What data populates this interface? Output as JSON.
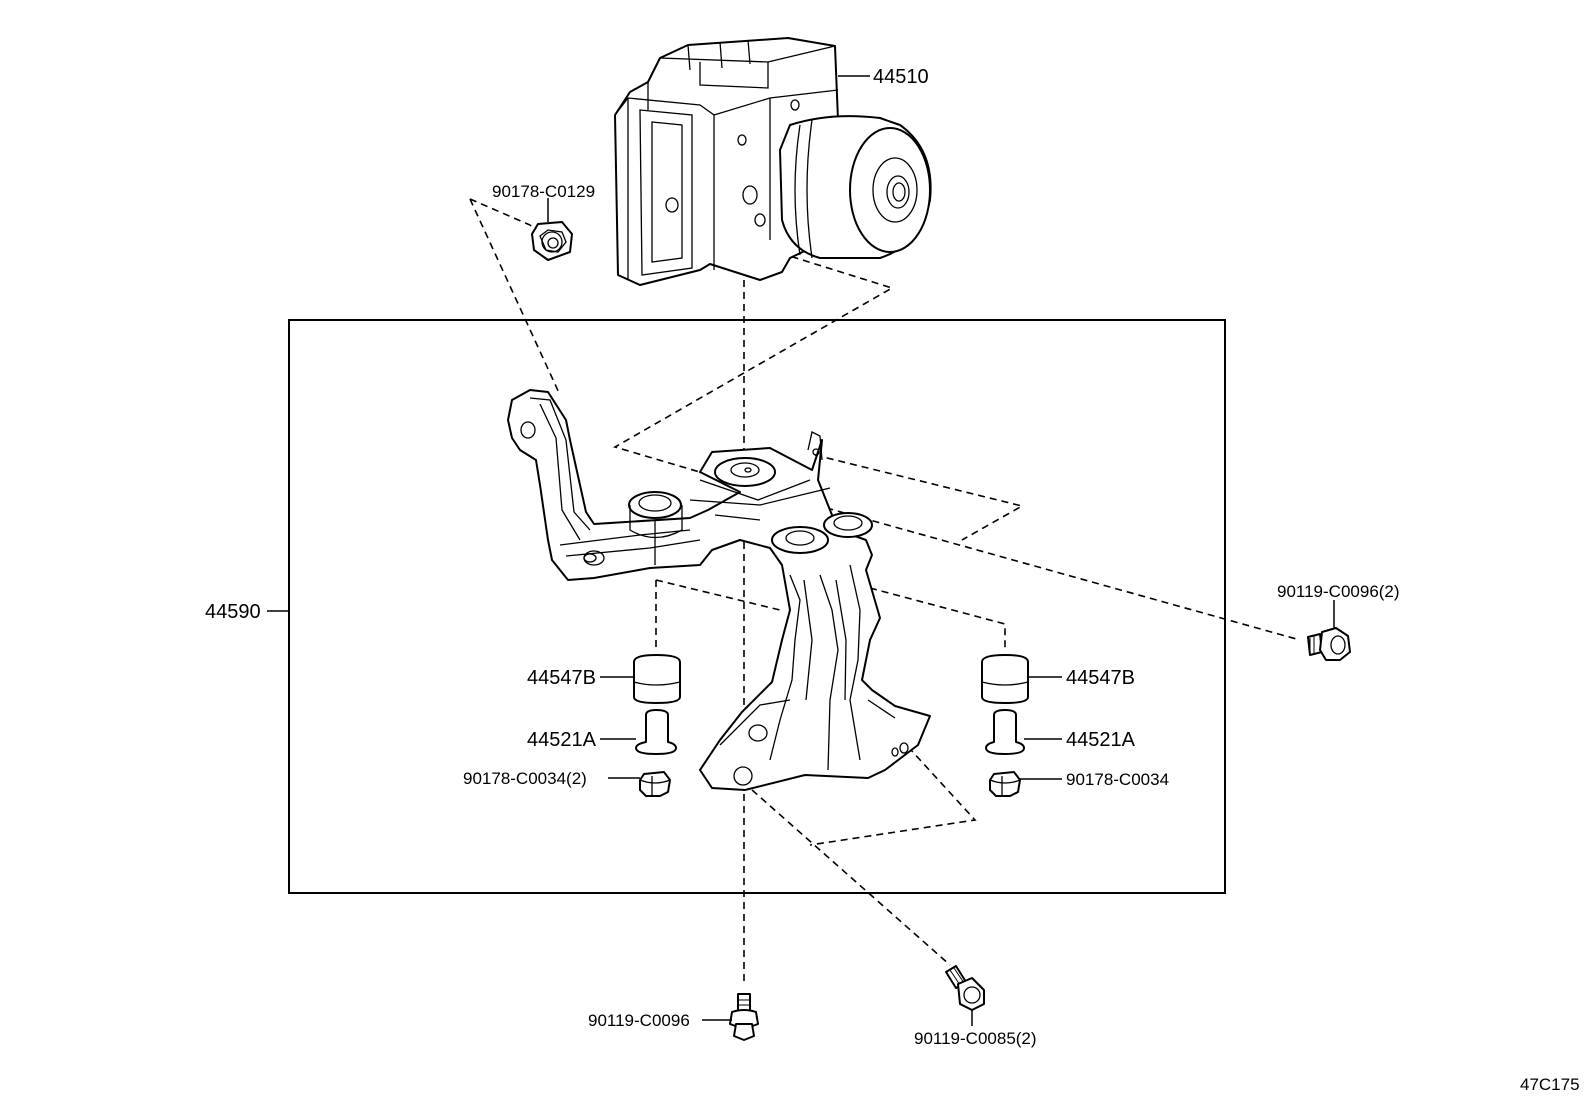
{
  "diagram_id": "47C175",
  "callouts": {
    "actuator": "44510",
    "nut_top": "90178-C0129",
    "bracket_assembly": "44590",
    "bolt_right": "90119-C0096(2)",
    "cushion_left": "44547B",
    "cushion_right": "44547B",
    "collar_left": "44521A",
    "collar_right": "44521A",
    "nut_left": "90178-C0034(2)",
    "nut_right": "90178-C0034",
    "bolt_bottom": "90119-C0096",
    "bolt_bottom_right": "90119-C0085(2)"
  }
}
